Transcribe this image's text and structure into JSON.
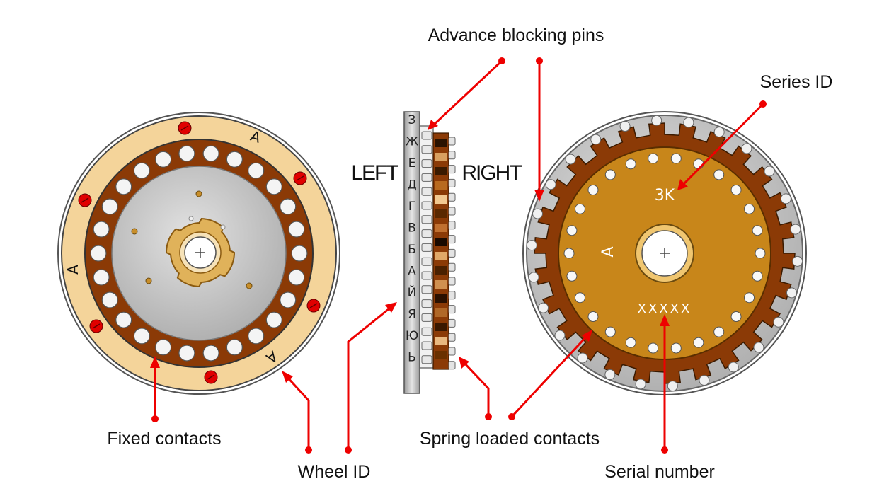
{
  "labels": {
    "advance_blocking_pins": "Advance blocking pins",
    "series_id": "Series ID",
    "fixed_contacts": "Fixed contacts",
    "wheel_id": "Wheel ID",
    "spring_loaded_contacts": "Spring loaded contacts",
    "serial_number": "Serial number",
    "left": "LEFT",
    "right": "RIGHT"
  },
  "wheel_markings": {
    "left_wheel_letter": "A",
    "right_wheel_letter": "A",
    "series_code": "3K",
    "serial_mask": "XXXXX"
  },
  "wheel_id_letters": [
    "З",
    "Ж",
    "Е",
    "Д",
    "Г",
    "В",
    "Б",
    "А",
    "Й",
    "Я",
    "Ю",
    "Ь"
  ],
  "colors": {
    "callout_red": "#ee0000",
    "rim_tan": "#f4d49a",
    "ring_brown": "#8b3a06",
    "contact_face": "#c8861a",
    "metal_grey": "#c7c7c7"
  },
  "icon_names": [
    "screw-icon",
    "axle-hub-icon"
  ]
}
